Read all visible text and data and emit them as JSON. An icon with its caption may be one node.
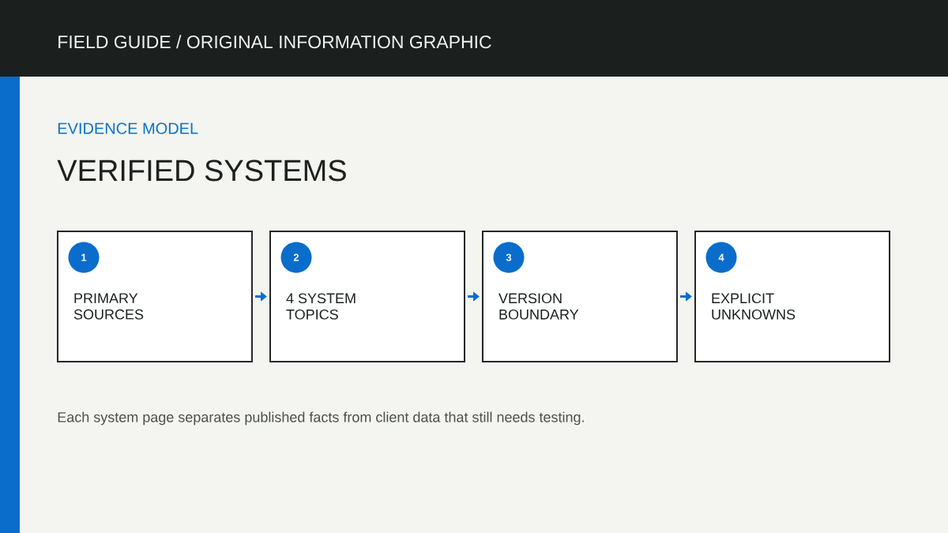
{
  "diagram": {
    "title": "VERIFIED SYSTEMS",
    "caption": "Each system page separates published facts from client data that still needs testing.",
    "nodes": [
      {
        "text": [
          "PRIMARY SOURCES"
        ]
      },
      {
        "text": [
          "1"
        ],
        "in": 0
      },
      {
        "text": [
          "4 SYSTEM TOPICS"
        ]
      },
      {
        "text": [
          "2"
        ],
        "in": 2
      },
      {
        "text": [
          "VERSION BOUNDARY"
        ]
      },
      {
        "text": [
          "3"
        ],
        "in": 4
      },
      {
        "text": [
          "EXPLICIT UNKNOWNS"
        ]
      },
      {
        "text": [
          "4"
        ],
        "in": 6
      }
    ],
    "edges": [
      {
        "from": 0,
        "to": 2,
        "arrow": "to"
      },
      {
        "from": 2,
        "to": 4,
        "arrow": "to"
      },
      {
        "from": 4,
        "to": 6,
        "arrow": "to"
      }
    ],
    "labels": [
      "FIELD GUIDE / ORIGINAL INFORMATION GRAPHIC",
      "EVIDENCE MODEL"
    ]
  }
}
